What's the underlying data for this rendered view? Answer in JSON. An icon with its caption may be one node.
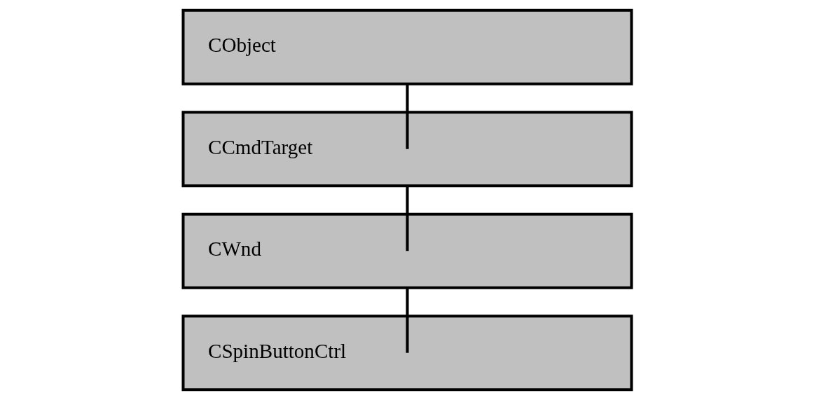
{
  "diagram": {
    "nodes": [
      {
        "text": [
          "CObject"
        ]
      },
      {
        "text": [
          "CCmdTarget"
        ]
      },
      {
        "text": [
          "CWnd"
        ]
      },
      {
        "text": [
          "CSpinButtonCtrl"
        ]
      }
    ],
    "edges": [
      {
        "from": 0,
        "to": 1,
        "arrow": "none"
      },
      {
        "from": 1,
        "to": 2,
        "arrow": "none"
      },
      {
        "from": 2,
        "to": 3,
        "arrow": "none"
      }
    ]
  }
}
